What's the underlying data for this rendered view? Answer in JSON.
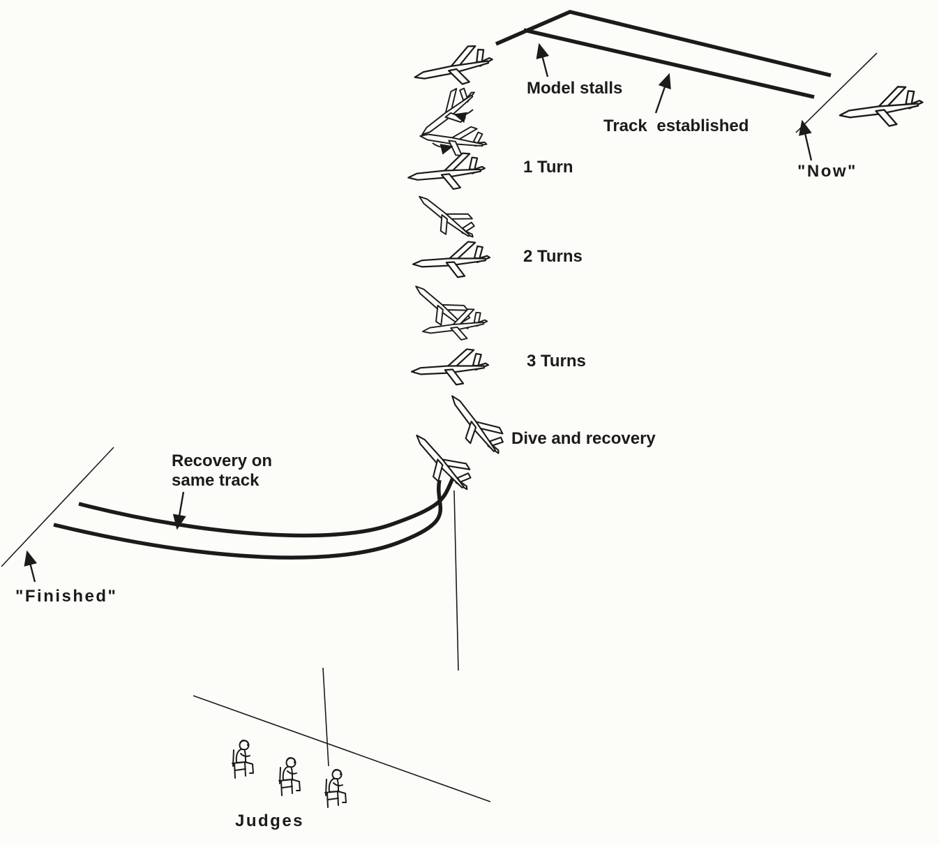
{
  "canvas": {
    "background": "#fcfcf9",
    "ink": "#1b1b1b",
    "description_labels_only": true
  },
  "annotations": {
    "model_stalls": "Model stalls",
    "track_established": "Track established",
    "now": "\"Now\"",
    "turns": [
      "1 Turn",
      "2 Turns",
      "3 Turns"
    ],
    "dive_recovery": "Dive and recovery",
    "recovery_line1": "Recovery on",
    "recovery_line2": "same track",
    "finished": "\"Finished\"",
    "judges": "Judges"
  }
}
